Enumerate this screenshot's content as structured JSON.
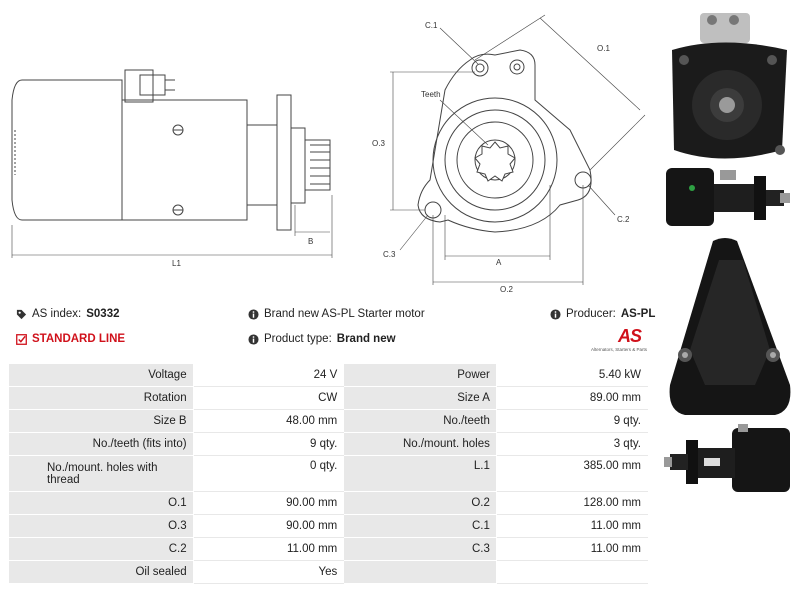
{
  "drawing": {
    "labels": {
      "l1": "L1",
      "b": "B",
      "c1": "C.1",
      "o1": "O.1",
      "o3": "O.3",
      "teeth": "Teeth",
      "c2": "C.2",
      "c3": "C.3",
      "a": "A",
      "o2": "O.2"
    }
  },
  "info": {
    "as_index_label": "AS index:",
    "as_index_value": "S0332",
    "description": "Brand new AS-PL Starter motor",
    "producer_label": "Producer:",
    "producer_value": "AS-PL",
    "standard_line": "STANDARD LINE",
    "product_type_label": "Product type:",
    "product_type_value": "Brand new"
  },
  "logo": {
    "text": "AS",
    "tagline": "Alternators, Starters & Parts",
    "accent": "#d0111b"
  },
  "specs": [
    [
      {
        "k": "Voltage",
        "v": "24 V"
      },
      {
        "k": "Power",
        "v": "5.40 kW"
      }
    ],
    [
      {
        "k": "Rotation",
        "v": "CW"
      },
      {
        "k": "Size A",
        "v": "89.00 mm"
      }
    ],
    [
      {
        "k": "Size B",
        "v": "48.00 mm"
      },
      {
        "k": "No./teeth",
        "v": "9 qty."
      }
    ],
    [
      {
        "k": "No./teeth (fits into)",
        "v": "9 qty."
      },
      {
        "k": "No./mount. holes",
        "v": "3 qty."
      }
    ],
    [
      {
        "k": "No./mount. holes with thread",
        "v": "0 qty."
      },
      {
        "k": "L.1",
        "v": "385.00 mm"
      }
    ],
    [
      {
        "k": "O.1",
        "v": "90.00 mm"
      },
      {
        "k": "O.2",
        "v": "128.00 mm"
      }
    ],
    [
      {
        "k": "O.3",
        "v": "90.00 mm"
      },
      {
        "k": "C.1",
        "v": "11.00 mm"
      }
    ],
    [
      {
        "k": "C.2",
        "v": "11.00 mm"
      },
      {
        "k": "C.3",
        "v": "11.00 mm"
      }
    ],
    [
      {
        "k": "Oil sealed",
        "v": "Yes"
      },
      {
        "k": "",
        "v": ""
      }
    ]
  ]
}
